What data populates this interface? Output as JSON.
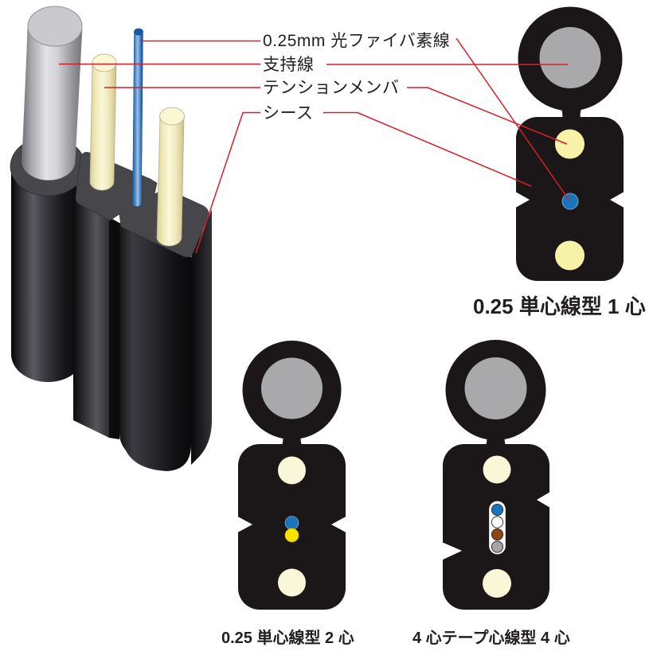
{
  "labels": {
    "fiber_strand": "0.25mm 光ファイバ素線",
    "support_wire": "支持線",
    "tension_member": "テンションメンバ",
    "sheath": "シース"
  },
  "cross_sections": [
    {
      "caption": "0.25 単心線型 1 心",
      "fiber_count": 1,
      "fiber_colors": [
        "blue"
      ],
      "tape": false
    },
    {
      "caption": "0.25 単心線型 2 心",
      "fiber_count": 2,
      "fiber_colors": [
        "blue",
        "yellow"
      ],
      "tape": false
    },
    {
      "caption": "4 心テープ心線型 4 心",
      "fiber_count": 4,
      "fiber_colors": [
        "blue",
        "white",
        "brown",
        "gray"
      ],
      "tape": true
    }
  ],
  "colors": {
    "leader_red": "#d71e28",
    "sheath_black": "#1b1719",
    "top_face_gray": "#47474b",
    "support_wire_gray": "#a9a9ac",
    "tension_member_pale_yellow": "#f8f2a8",
    "tension_member_cream": "#faf6d8",
    "fiber_blue": "#1b74b8",
    "fiber_yellow": "#f6e400",
    "fiber_brown": "#8a4613",
    "fiber_gray": "#a5a5a8",
    "fiber_white": "#ffffff",
    "text_black": "#231f20"
  }
}
